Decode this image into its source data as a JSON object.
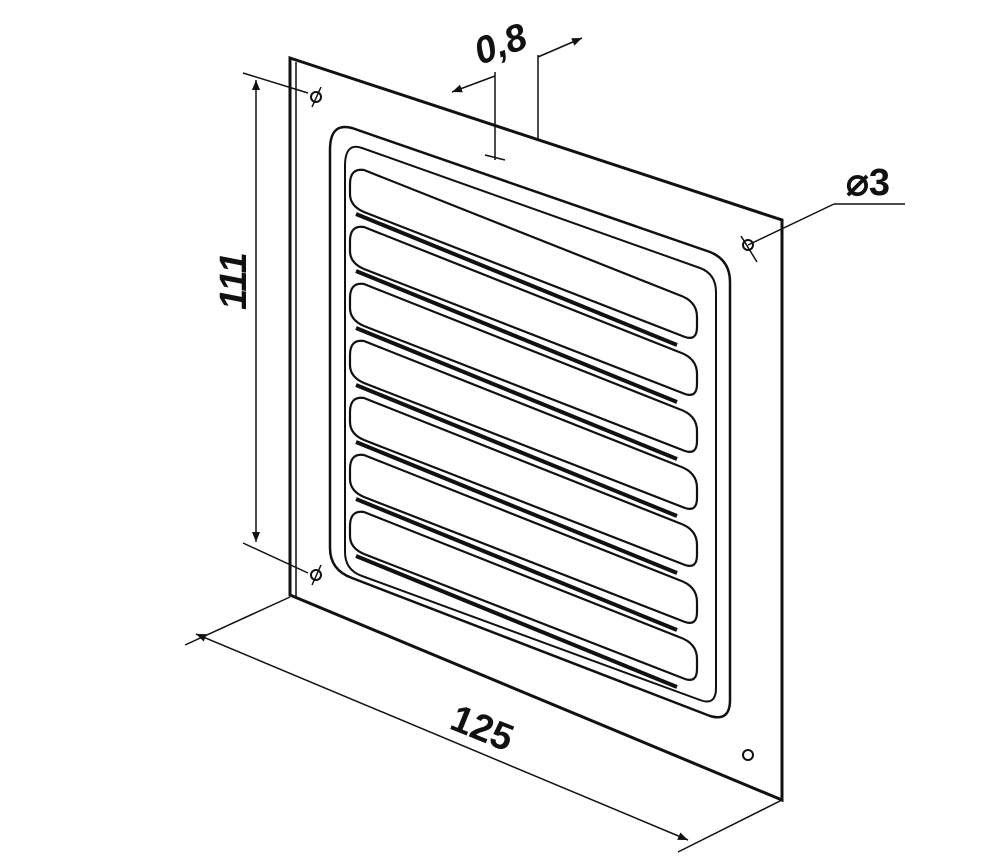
{
  "drawing": {
    "dimensions": {
      "thickness": "0,8",
      "height": "111",
      "width": "125",
      "hole_diameter": "⌀3"
    },
    "louver_count": 7,
    "colors": {
      "line": "#111111",
      "background": "#ffffff"
    }
  }
}
